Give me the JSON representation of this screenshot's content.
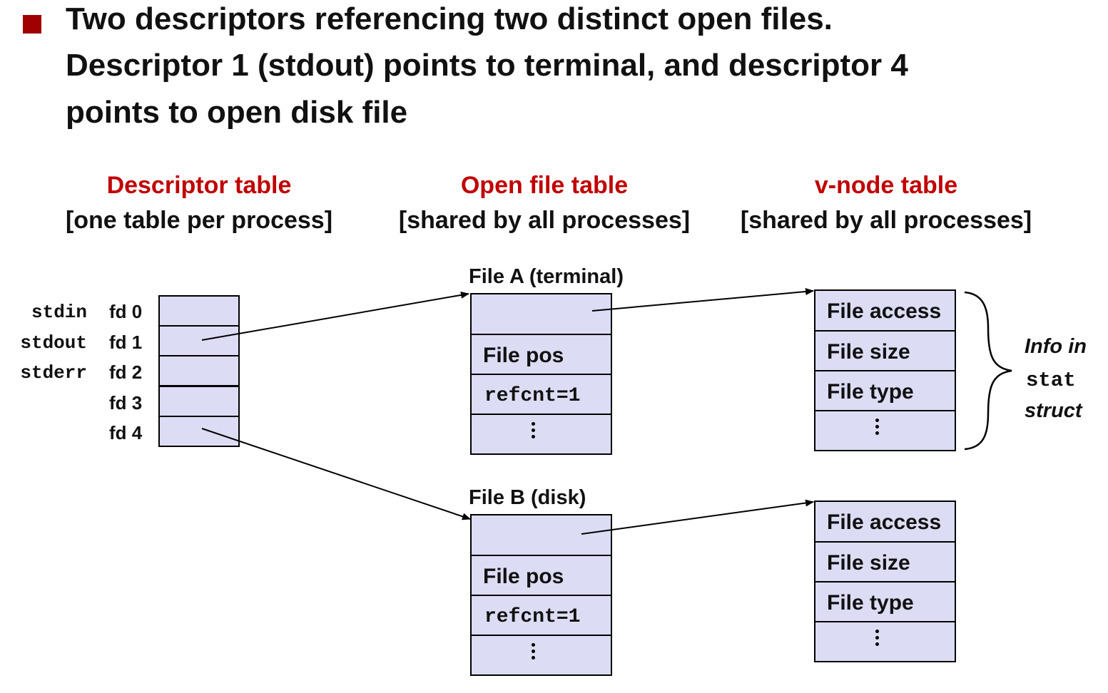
{
  "heading": {
    "line1": "Two descriptors referencing two distinct open files.",
    "line2": "Descriptor 1 (stdout) points to terminal, and descriptor 4",
    "line3": "points to open disk file"
  },
  "columns": {
    "descriptor": {
      "title": "Descriptor table",
      "subtitle": "[one table per process]"
    },
    "open_file": {
      "title": "Open file table",
      "subtitle": "[shared by all processes]"
    },
    "vnode": {
      "title": "v-node table",
      "subtitle": "[shared by all processes]"
    }
  },
  "descriptor_table": {
    "std_labels": [
      "stdin",
      "stdout",
      "stderr"
    ],
    "fd_labels": [
      "fd 0",
      "fd 1",
      "fd 2",
      "fd 3",
      "fd 4"
    ]
  },
  "file_a": {
    "title": "File A (terminal)",
    "pos_label": "File pos",
    "refcnt": "refcnt=1"
  },
  "file_b": {
    "title": "File B (disk)",
    "pos_label": "File pos",
    "refcnt": "refcnt=1"
  },
  "vnode_a": {
    "rows": [
      "File access",
      "File size",
      "File type"
    ]
  },
  "vnode_b": {
    "rows": [
      "File access",
      "File size",
      "File type"
    ]
  },
  "annotation": {
    "line1": "Info in",
    "line2": "stat",
    "line3": "struct"
  },
  "colors": {
    "accent": "#c00000",
    "bullet": "#a00000",
    "cell_fill": "#dcdcf4"
  }
}
